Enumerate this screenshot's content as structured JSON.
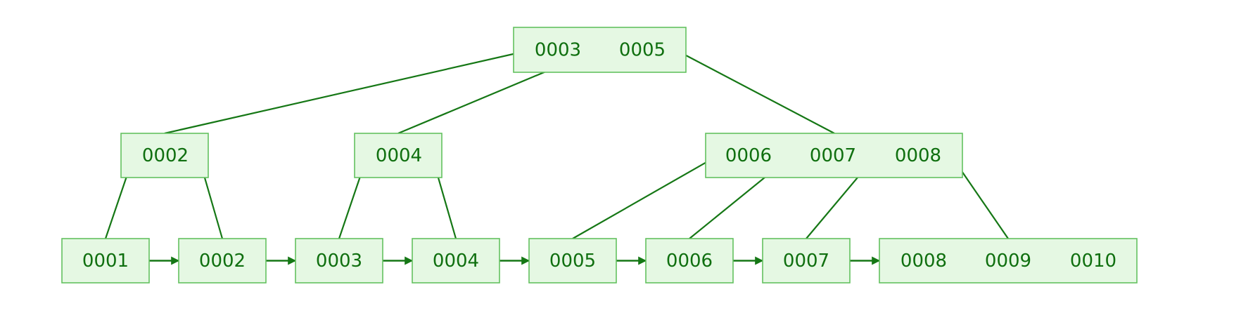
{
  "diagram": {
    "colors": {
      "node_fill": "#e5f8e3",
      "node_border": "#63c15f",
      "text": "#0f6f0f",
      "edge": "#157715"
    },
    "nodes": [
      {
        "id": "root",
        "keys": [
          "0003",
          "0005"
        ]
      },
      {
        "id": "internal-1",
        "keys": [
          "0002"
        ]
      },
      {
        "id": "internal-2",
        "keys": [
          "0004"
        ]
      },
      {
        "id": "internal-3",
        "keys": [
          "0006",
          "0007",
          "0008"
        ]
      },
      {
        "id": "leaf-1",
        "keys": [
          "0001"
        ]
      },
      {
        "id": "leaf-2",
        "keys": [
          "0002"
        ]
      },
      {
        "id": "leaf-3",
        "keys": [
          "0003"
        ]
      },
      {
        "id": "leaf-4",
        "keys": [
          "0004"
        ]
      },
      {
        "id": "leaf-5",
        "keys": [
          "0005"
        ]
      },
      {
        "id": "leaf-6",
        "keys": [
          "0006"
        ]
      },
      {
        "id": "leaf-7",
        "keys": [
          "0007"
        ]
      },
      {
        "id": "leaf-8",
        "keys": [
          "0008",
          "0009",
          "0010"
        ]
      }
    ],
    "edges": [
      {
        "from": "root",
        "pointer": 0,
        "to": "internal-1"
      },
      {
        "from": "root",
        "pointer": 1,
        "to": "internal-2"
      },
      {
        "from": "root",
        "pointer": 2,
        "to": "internal-3"
      },
      {
        "from": "internal-1",
        "pointer": 0,
        "to": "leaf-1"
      },
      {
        "from": "internal-1",
        "pointer": 1,
        "to": "leaf-2"
      },
      {
        "from": "internal-2",
        "pointer": 0,
        "to": "leaf-3"
      },
      {
        "from": "internal-2",
        "pointer": 1,
        "to": "leaf-4"
      },
      {
        "from": "internal-3",
        "pointer": 0,
        "to": "leaf-5"
      },
      {
        "from": "internal-3",
        "pointer": 1,
        "to": "leaf-6"
      },
      {
        "from": "internal-3",
        "pointer": 2,
        "to": "leaf-7"
      },
      {
        "from": "internal-3",
        "pointer": 3,
        "to": "leaf-8"
      }
    ],
    "leaf_links": [
      {
        "from": "leaf-1",
        "to": "leaf-2"
      },
      {
        "from": "leaf-2",
        "to": "leaf-3"
      },
      {
        "from": "leaf-3",
        "to": "leaf-4"
      },
      {
        "from": "leaf-4",
        "to": "leaf-5"
      },
      {
        "from": "leaf-5",
        "to": "leaf-6"
      },
      {
        "from": "leaf-6",
        "to": "leaf-7"
      },
      {
        "from": "leaf-7",
        "to": "leaf-8"
      }
    ]
  }
}
